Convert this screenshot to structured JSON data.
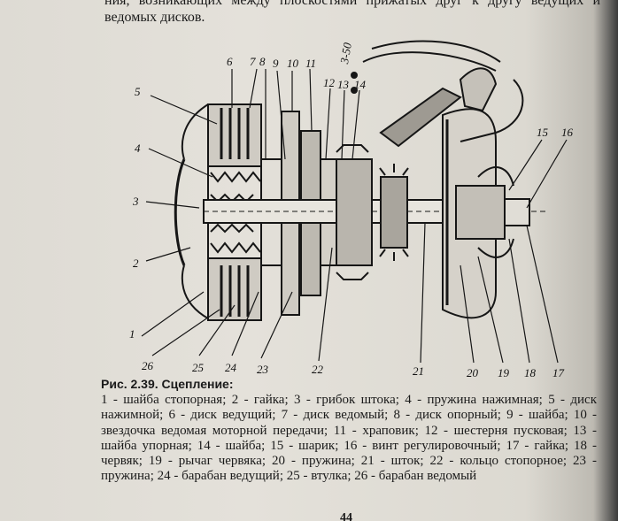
{
  "page": {
    "top_text": "ния, возникающих между плоскостями прижатых друг к другу ведущих и ведомых дисков.",
    "page_number": "44"
  },
  "figure": {
    "labels": [
      "1",
      "2",
      "3",
      "4",
      "5",
      "6",
      "7",
      "8",
      "9",
      "10",
      "11",
      "12",
      "13",
      "14",
      "15",
      "16",
      "17",
      "18",
      "19",
      "20",
      "21",
      "22",
      "23",
      "24",
      "25",
      "26"
    ],
    "cable_label": "3-50"
  },
  "caption": {
    "heading": "Рис. 2.39. Сцепление:",
    "text": "1 - шайба стопорная; 2 - гайка; 3 - грибок штока; 4 - пружина нажимная; 5 - диск нажимной; 6 - диск ведущий; 7 - диск ведомый; 8 - диск опорный; 9 - шайба; 10 - звездочка ведомая моторной передачи; 11 - храповик; 12 - шестерня пусковая; 13 - шайба упорная; 14 - шайба; 15 - шарик; 16 - винт регулировочный; 17 - гайка; 18 - червяк; 19 - рычаг червяка; 20 - пружина; 21 - шток; 22 - кольцо стопорное; 23 - пружина; 24 - барабан ведущий; 25 - втулка; 26 - барабан ведомый"
  }
}
